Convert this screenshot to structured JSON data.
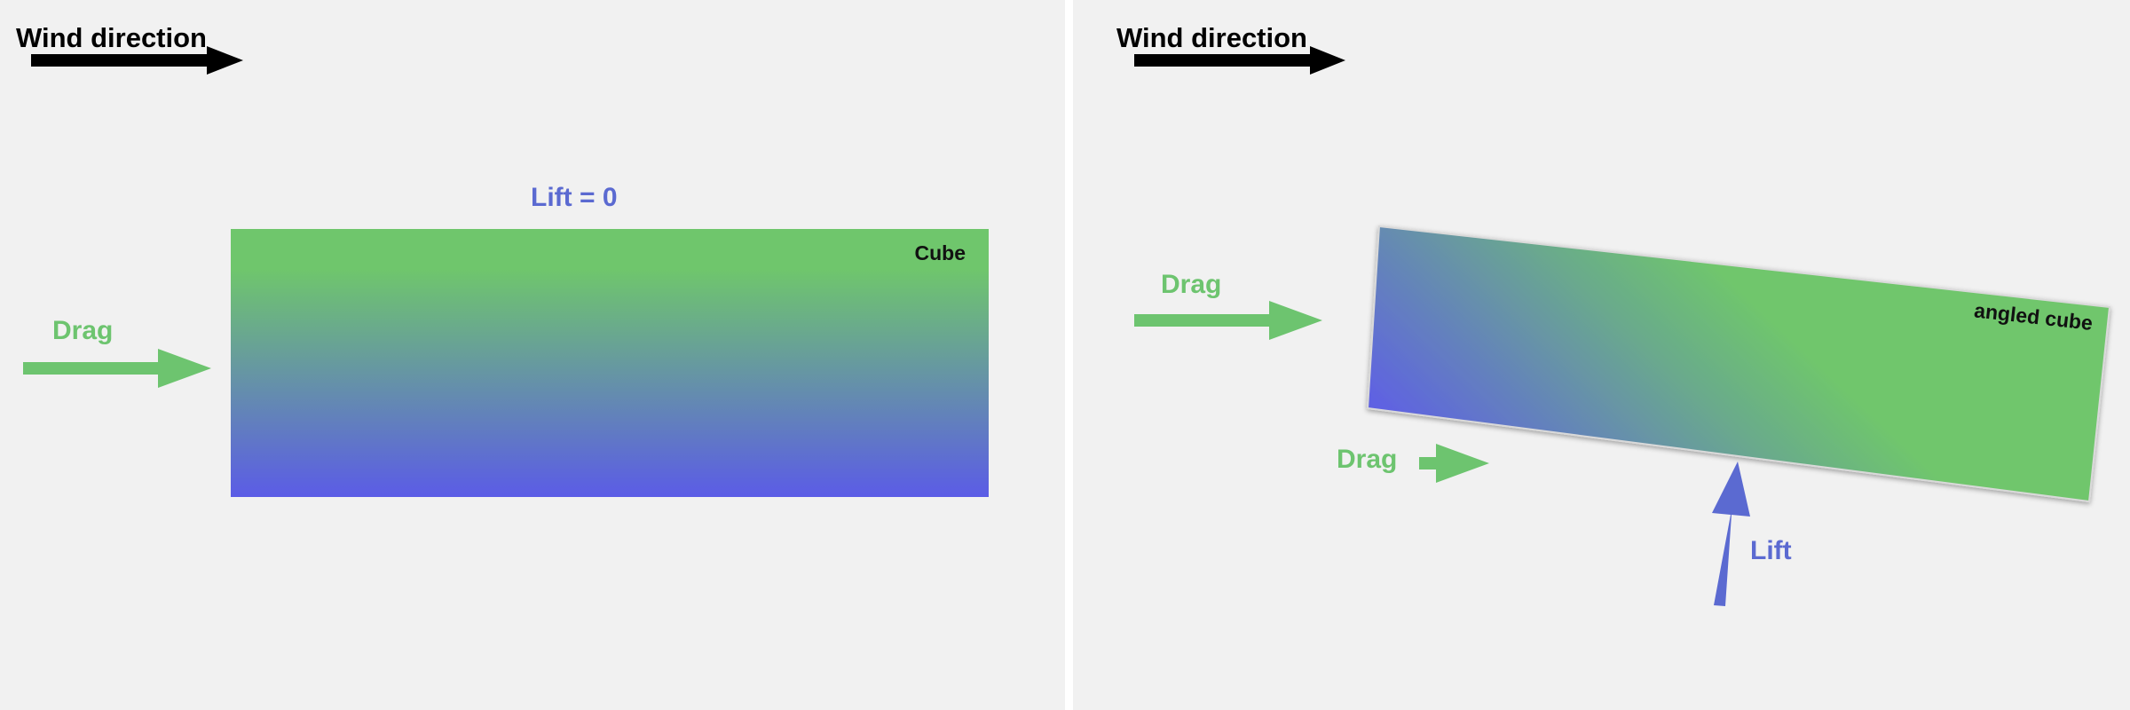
{
  "colors": {
    "background": "#f1f1f1",
    "divider": "#ffffff",
    "wind_arrow": "#000000",
    "drag": "#6dc46f",
    "lift": "#5b6ad1",
    "box_top": "#6fc66c",
    "box_bottom": "#5b5ce6",
    "cube_text": "#111111"
  },
  "left_panel": {
    "wind_label": "Wind direction",
    "lift_label": "Lift = 0",
    "drag_label": "Drag",
    "cube_label": "Cube"
  },
  "right_panel": {
    "wind_label": "Wind direction",
    "drag_label_top": "Drag",
    "drag_label_bottom": "Drag",
    "lift_label": "Lift",
    "cube_label": "angled cube"
  }
}
